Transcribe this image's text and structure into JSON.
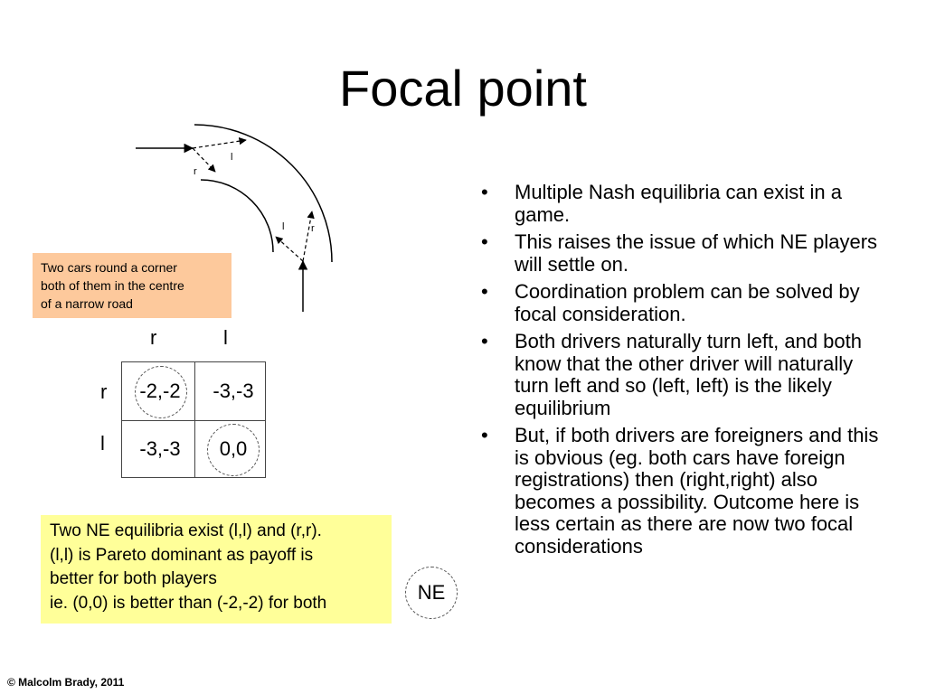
{
  "slide": {
    "title": "Focal point",
    "footer": "© Malcolm Brady, 2011"
  },
  "diagram": {
    "top_path_labels": [
      "l",
      "r"
    ],
    "right_path_labels": [
      "l",
      "r"
    ]
  },
  "corner_note": {
    "lines": [
      "Two cars round a corner",
      "both of them in the centre",
      "of a narrow road"
    ],
    "background": "#fdc99c"
  },
  "payoff_matrix": {
    "column_headers": [
      "r",
      "l"
    ],
    "row_headers": [
      "r",
      "l"
    ],
    "cells": [
      [
        "-2,-2",
        "-3,-3"
      ],
      [
        "-3,-3",
        "0,0"
      ]
    ]
  },
  "bullets": {
    "marker": "•",
    "items": [
      "Multiple Nash equilibria can exist in a game.",
      "This raises the issue of which NE players will settle on.",
      "Coordination problem can be solved by focal consideration.",
      "Both drivers naturally turn left, and both know that the other driver will naturally turn left and so (left, left) is the likely equilibrium",
      "But, if both drivers are foreigners and this is obvious (eg. both cars have foreign registrations) then (right,right) also becomes a possibility. Outcome here is less certain as there are now two focal considerations"
    ]
  },
  "equilibria_note": {
    "lines": [
      "Two NE equilibria exist (l,l) and (r,r).",
      "(l,l) is Pareto dominant as payoff is",
      "better for both players",
      "ie. (0,0) is better than (-2,-2) for both"
    ],
    "background": "#ffff99"
  },
  "legend": {
    "ne_label": "NE"
  }
}
